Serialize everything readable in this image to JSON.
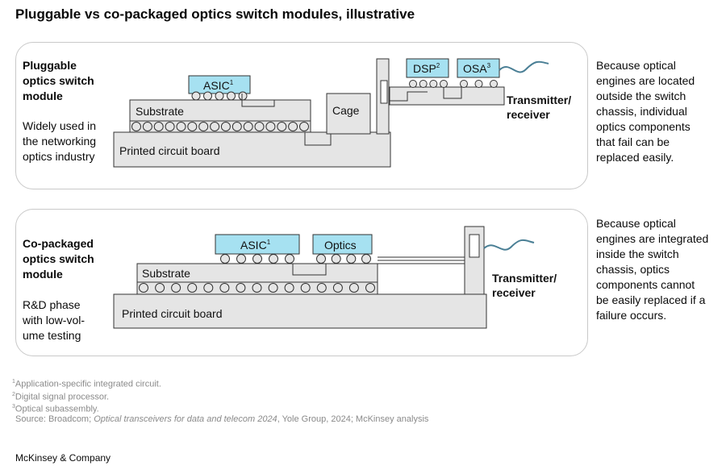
{
  "title": "Pluggable vs co-packaged optics switch modules, illustrative",
  "pluggable": {
    "heading": [
      "Pluggable",
      "optics switch",
      "module"
    ],
    "subtext": [
      "Widely used in",
      "the networking",
      "optics industry"
    ],
    "labels": {
      "asic": "ASIC",
      "asic_sup": "1",
      "substrate": "Substrate",
      "cage": "Cage",
      "dsp": "DSP",
      "dsp_sup": "2",
      "osa": "OSA",
      "osa_sup": "3",
      "pcb": "Printed circuit board",
      "transceiver": [
        "Transmitter/",
        "receiver"
      ]
    },
    "note": [
      "Because optical",
      "engines are located",
      "outside the switch",
      "chassis, individual",
      "optics components",
      "that fail can be",
      "replaced easily."
    ]
  },
  "copackaged": {
    "heading": [
      "Co-packaged",
      "optics switch",
      "module"
    ],
    "subtext": [
      "R&D phase",
      "with low-vol-",
      "ume testing"
    ],
    "labels": {
      "asic": "ASIC",
      "asic_sup": "1",
      "optics": "Optics",
      "substrate": "Substrate",
      "pcb": "Printed circuit board",
      "transceiver": [
        "Transmitter/",
        "receiver"
      ]
    },
    "note": [
      "Because optical",
      "engines are integrated",
      "inside the switch",
      "chassis, optics",
      "components cannot",
      "be easily replaced if a",
      "failure occurs."
    ]
  },
  "footnotes": [
    {
      "num": "1",
      "text": "Application-specific integrated circuit."
    },
    {
      "num": "2",
      "text": "Digital signal processor."
    },
    {
      "num": "3",
      "text": "Optical subassembly."
    }
  ],
  "source": {
    "prefix": "Source: Broadcom; ",
    "italic": "Optical transceivers for data and telecom 2024",
    "suffix": ", Yole Group, 2024; McKinsey analysis"
  },
  "brand": "McKinsey & Company",
  "colors": {
    "chip": "#a6e1f1",
    "block": "#e5e5e5",
    "stroke": "#333333",
    "fiber": "#4a7f95",
    "panel_border": "#c9c9c9"
  }
}
